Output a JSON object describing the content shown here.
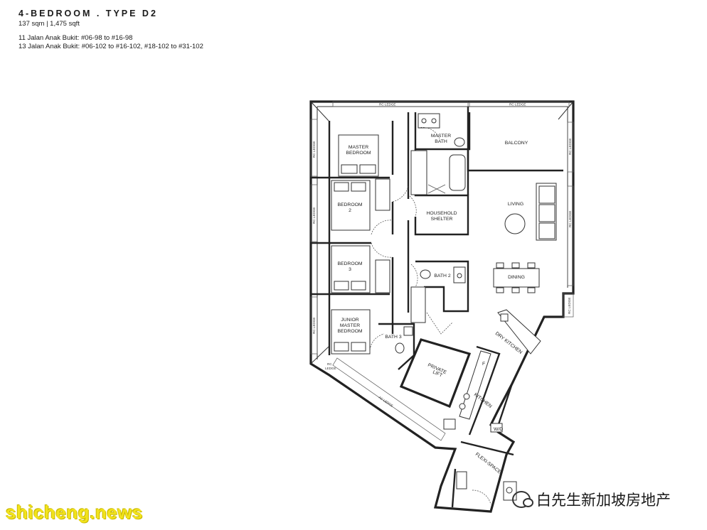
{
  "header": {
    "title": "4-BEDROOM . TYPE D2",
    "area": "137 sqm | 1,475 sqft",
    "units": [
      "11 Jalan Anak Bukit: #06-98 to #16-98",
      "13 Jalan Anak Bukit: #06-102 to #16-102, #18-102 to #31-102"
    ]
  },
  "rooms": {
    "master_bedroom": [
      "MASTER",
      "BEDROOM"
    ],
    "master_bath": [
      "MASTER",
      "BATH"
    ],
    "balcony": "BALCONY",
    "bedroom2": [
      "BEDROOM",
      "2"
    ],
    "household_shelter": [
      "HOUSEHOLD",
      "SHELTER"
    ],
    "living": "LIVING",
    "bedroom3": [
      "BEDROOM",
      "3"
    ],
    "bath2": "BATH 2",
    "dining": "DINING",
    "junior_master": [
      "JUNIOR",
      "MASTER",
      "BEDROOM"
    ],
    "bath3": "BATH 3",
    "dry_kitchen": "DRY KITCHEN",
    "private_lift": [
      "PRIVATE",
      "LIFT"
    ],
    "kitchen": "KITCHEN",
    "wd": "W/D",
    "flexi_space": "FLEXI-SPACE",
    "fridge": "F"
  },
  "ledges": {
    "rc": "RC LEDGE",
    "ac": "AC LEDGE",
    "rc_split": [
      "RC",
      "LEDGE"
    ]
  },
  "watermarks": {
    "left": "shicheng.news",
    "right": "白先生新加坡房地产"
  }
}
